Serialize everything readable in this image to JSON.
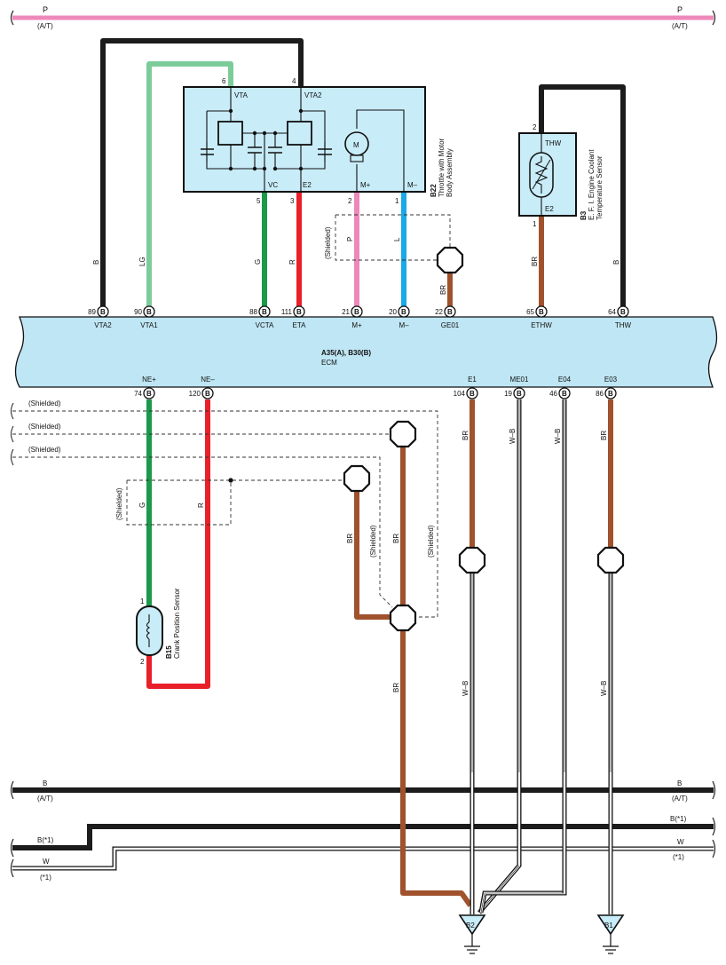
{
  "colors": {
    "black": "#1c1c1c",
    "light_green": "#7ccc9a",
    "green": "#1a9a4a",
    "red": "#e8202a",
    "pink": "#ee88bb",
    "blue": "#1aa8e6",
    "brown": "#a0522d",
    "ecm_fill": "#bfe6f4",
    "component_fill": "#c8ecf8"
  },
  "top_bus": {
    "left_label": "P",
    "left_sub": "(A/T)",
    "right_label": "P",
    "right_sub": "(A/T)"
  },
  "throttle": {
    "code": "B22",
    "name_line1": "Throttle with Motor",
    "name_line2": "Body Assembly",
    "pins": {
      "p6": "6",
      "p4": "4",
      "p5": "5",
      "p3": "3",
      "p2": "2",
      "p1": "1"
    },
    "labels": {
      "vta": "VTA",
      "vta2": "VTA2",
      "vc": "VC",
      "e2": "E2",
      "mplus": "M+",
      "mminus": "M–",
      "motor": "M"
    }
  },
  "coolant": {
    "code": "B3",
    "name_line1": "E. F. I. Engine Coolant",
    "name_line2": "Temperature Sensor",
    "pin_top": "2",
    "pin_bottom": "1",
    "label_top": "THW",
    "label_bottom": "E2"
  },
  "wire_colors_upper": {
    "vta2": "B",
    "vta1": "LG",
    "vc": "G",
    "e2": "R",
    "mplus": "P",
    "mminus": "L",
    "ge01": "BR",
    "e2_coolant": "BR",
    "thw": "B",
    "shielded": "(Shielded)"
  },
  "ecm": {
    "title": "A35(A), B30(B)",
    "name": "ECM",
    "pin_letter": "B",
    "top_pins": [
      {
        "num": "89",
        "name": "VTA2"
      },
      {
        "num": "90",
        "name": "VTA1"
      },
      {
        "num": "88",
        "name": "VCTA"
      },
      {
        "num": "111",
        "name": "ETA"
      },
      {
        "num": "21",
        "name": "M+"
      },
      {
        "num": "20",
        "name": "M–"
      },
      {
        "num": "22",
        "name": "GE01"
      },
      {
        "num": "65",
        "name": "ETHW"
      },
      {
        "num": "64",
        "name": "THW"
      }
    ],
    "bottom_pins": [
      {
        "num": "74",
        "name": "NE+"
      },
      {
        "num": "120",
        "name": "NE–"
      },
      {
        "num": "104",
        "name": "E1"
      },
      {
        "num": "19",
        "name": "ME01"
      },
      {
        "num": "46",
        "name": "E04"
      },
      {
        "num": "86",
        "name": "E03"
      }
    ]
  },
  "shield_labels": [
    "(Shielded)",
    "(Shielded)",
    "(Shielded)"
  ],
  "crank": {
    "code": "B15",
    "name": "Crank Position Sensor",
    "pin1": "1",
    "pin2": "2"
  },
  "wire_colors_lower": {
    "ne_plus": "G",
    "ne_minus": "R",
    "shielded": "(Shielded)",
    "br": "BR",
    "wb": "W–B"
  },
  "grounds": {
    "g1": "B2",
    "g2": "B1"
  },
  "bottom_buses": {
    "b_at_left": "B",
    "b_at_left_sub": "(A/T)",
    "b_at_right": "B",
    "b_at_right_sub": "(A/T)",
    "b1_right": "B(*1)",
    "b1_left": "B(*1)",
    "w_right": "W",
    "w_right_sub": "(*1)",
    "w_left": "W",
    "w_left_sub": "(*1)"
  }
}
